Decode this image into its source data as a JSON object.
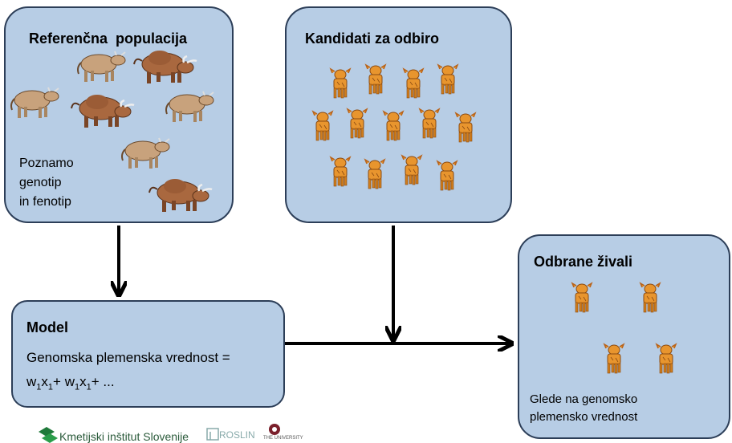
{
  "reference_box": {
    "title": "Referenčna  populacija",
    "note_line1": "Poznamo",
    "note_line2": "genotip",
    "note_line3": "in fenotip"
  },
  "candidates_box": {
    "title": "Kandidati za odbiro"
  },
  "model_box": {
    "title": "Model",
    "line1": "Genomska plemenska vrednost =",
    "w": "w",
    "x": "x",
    "sub": "1",
    "plus": "+",
    "ellipsis": "+ ..."
  },
  "selected_box": {
    "title": "Odbrane živali",
    "note_line1": "Glede na genomsko",
    "note_line2": "plemensko vrednost"
  },
  "logos": {
    "kis": "Kmetijski inštitut Slovenije",
    "roslin": "ROSLIN",
    "university": "THE UNIVERSITY"
  },
  "colors": {
    "box_fill": "#b7cde5",
    "box_border": "#2c3e58",
    "bull_brown": "#a9683f",
    "cow_tan": "#c8a27c",
    "calf_orange": "#e8952e",
    "arrow": "#000000"
  },
  "icons": {
    "adult_cattle": "cow-icon",
    "bull": "bull-icon",
    "calf": "calf-icon",
    "kis_logo": "kis-logo-icon",
    "roslin_logo": "roslin-logo-icon",
    "crest": "university-crest-icon"
  }
}
